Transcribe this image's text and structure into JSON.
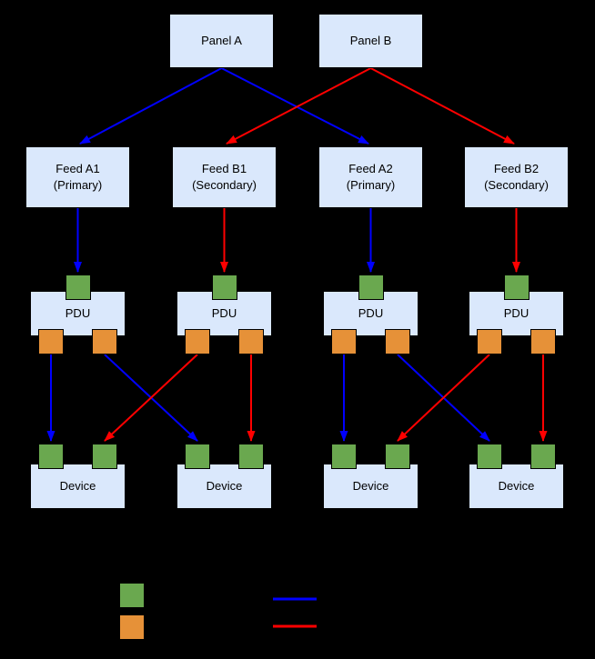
{
  "diagram": {
    "panels": [
      {
        "label": "Panel A"
      },
      {
        "label": "Panel B"
      }
    ],
    "feeds": [
      {
        "name": "Feed A1",
        "role": "(Primary)"
      },
      {
        "name": "Feed B1",
        "role": "(Secondary)"
      },
      {
        "name": "Feed A2",
        "role": "(Primary)"
      },
      {
        "name": "Feed B2",
        "role": "(Secondary)"
      }
    ],
    "pdus": [
      {
        "label": "PDU"
      },
      {
        "label": "PDU"
      },
      {
        "label": "PDU"
      },
      {
        "label": "PDU"
      }
    ],
    "devices": [
      {
        "label": "Device"
      },
      {
        "label": "Device"
      },
      {
        "label": "Device"
      },
      {
        "label": "Device"
      }
    ],
    "edges": [
      {
        "from": "Panel A",
        "to": "Feed A1",
        "type": "primary"
      },
      {
        "from": "Panel A",
        "to": "Feed A2",
        "type": "primary"
      },
      {
        "from": "Panel B",
        "to": "Feed B1",
        "type": "secondary"
      },
      {
        "from": "Panel B",
        "to": "Feed B2",
        "type": "secondary"
      },
      {
        "from": "Feed A1",
        "to": "PDU 1 input",
        "type": "primary"
      },
      {
        "from": "Feed B1",
        "to": "PDU 2 input",
        "type": "secondary"
      },
      {
        "from": "Feed A2",
        "to": "PDU 3 input",
        "type": "primary"
      },
      {
        "from": "Feed B2",
        "to": "PDU 4 input",
        "type": "secondary"
      },
      {
        "from": "PDU 1 output left",
        "to": "Device 1 left input",
        "type": "primary"
      },
      {
        "from": "PDU 1 output right",
        "to": "Device 2 left input",
        "type": "primary"
      },
      {
        "from": "PDU 2 output left",
        "to": "Device 1 right input",
        "type": "secondary"
      },
      {
        "from": "PDU 2 output right",
        "to": "Device 2 right input",
        "type": "secondary"
      },
      {
        "from": "PDU 3 output left",
        "to": "Device 3 left input",
        "type": "primary"
      },
      {
        "from": "PDU 3 output right",
        "to": "Device 4 left input",
        "type": "primary"
      },
      {
        "from": "PDU 4 output left",
        "to": "Device 3 right input",
        "type": "secondary"
      },
      {
        "from": "PDU 4 output right",
        "to": "Device 4 right input",
        "type": "secondary"
      }
    ]
  },
  "legend": {
    "swatches": [
      {
        "name": "input-port-swatch",
        "color": "#6aa84f"
      },
      {
        "name": "output-port-swatch",
        "color": "#e69138"
      }
    ],
    "lines": [
      {
        "name": "primary-link-sample",
        "color": "#0000ff"
      },
      {
        "name": "secondary-link-sample",
        "color": "#ff0000"
      }
    ]
  },
  "colors": {
    "background": "#000000",
    "node_fill": "#dae8fc",
    "node_border": "#000000",
    "input_port": "#6aa84f",
    "output_port": "#e69138",
    "primary_link": "#0000ff",
    "secondary_link": "#ff0000",
    "text": "#000000"
  }
}
